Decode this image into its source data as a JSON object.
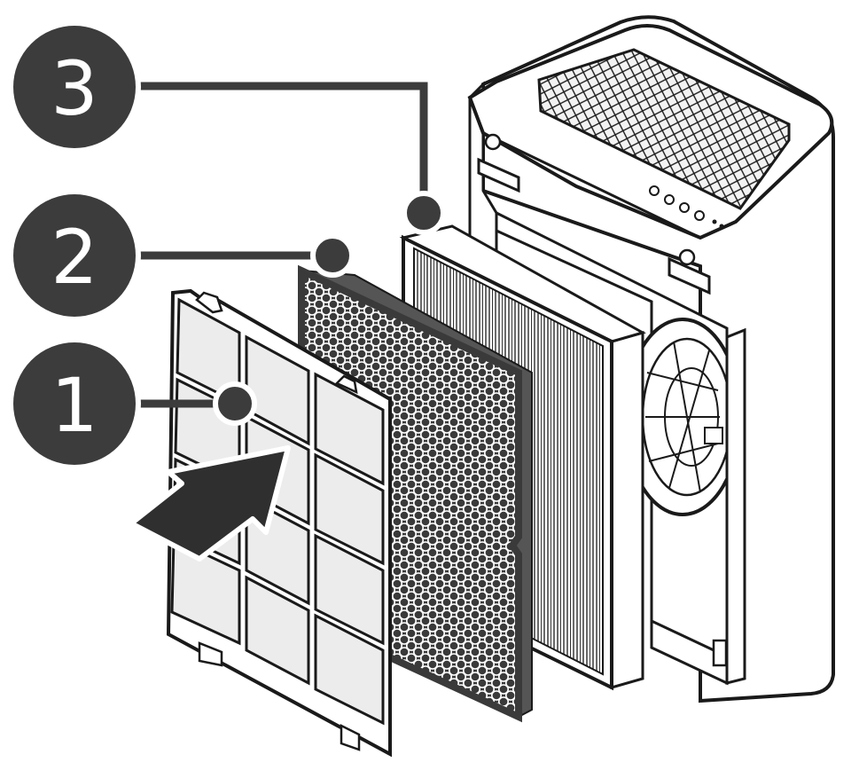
{
  "callouts": [
    {
      "label": "1"
    },
    {
      "label": "2"
    },
    {
      "label": "3"
    }
  ],
  "colors": {
    "background": "#ffffff",
    "callout": "#3c3c3c",
    "outline": "#1a1a1a",
    "prefilter_fill": "#ececec",
    "carbon_filter": "#3a3a3a",
    "hepa_filter": "#ffffff",
    "arrow": "#2f2f2f"
  },
  "icons": {
    "insert_arrow": "arrow-right-icon"
  }
}
